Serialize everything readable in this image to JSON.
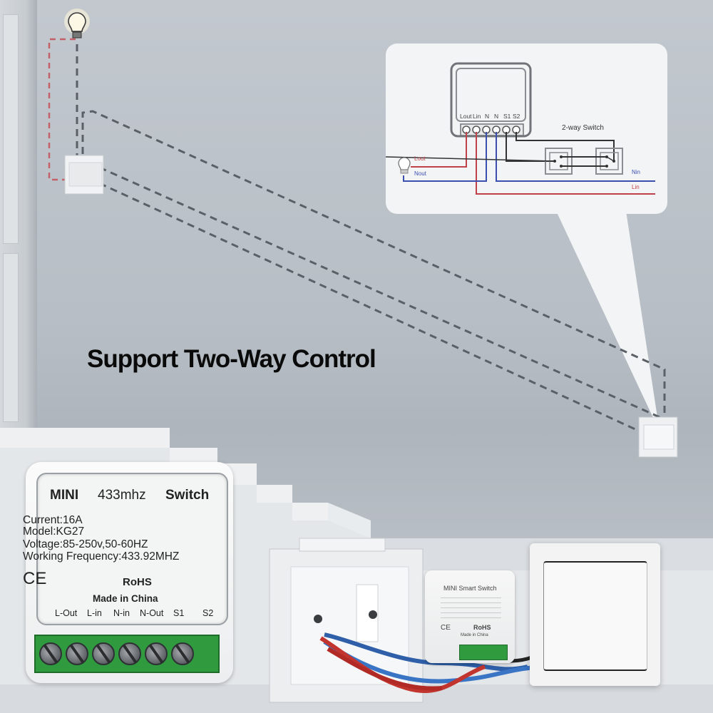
{
  "headline": "Support Two-Way Control",
  "wiring_diagram": {
    "terminal_labels": [
      "Lout",
      "Lin",
      "N",
      "N",
      "S1",
      "S2"
    ],
    "switch_title": "2-way Switch",
    "wire_labels": {
      "lout": "Lout",
      "nout": "Nout",
      "nin": "Nin",
      "lin": "Lin"
    },
    "colors": {
      "live": "#c0414a",
      "neutral": "#3b4fb0",
      "switch_wire": "#333333"
    }
  },
  "module": {
    "title_words": [
      "MINI",
      "433mhz",
      "Switch"
    ],
    "specs": [
      "Current:16A",
      "Model:KG27",
      "Voltage:85-250v,50-60HZ",
      "Working Frequency:433.92MHZ"
    ],
    "ce_mark": "CE",
    "rohs": "RoHS",
    "made_in": "Made in China",
    "terminals": [
      "L-Out",
      "L-in",
      "N-in",
      "N-Out",
      "S1",
      "S2"
    ],
    "terminal_color": "#2f9a3e"
  },
  "small_module": {
    "title": "MINI  Smart  Switch",
    "ce_mark": "CE",
    "rohs": "RoHS",
    "made_in": "Made in China"
  },
  "icons": {
    "bulb": "light-bulb-icon",
    "switch_upper": "wall-switch-icon",
    "switch_lower": "wall-switch-icon"
  }
}
